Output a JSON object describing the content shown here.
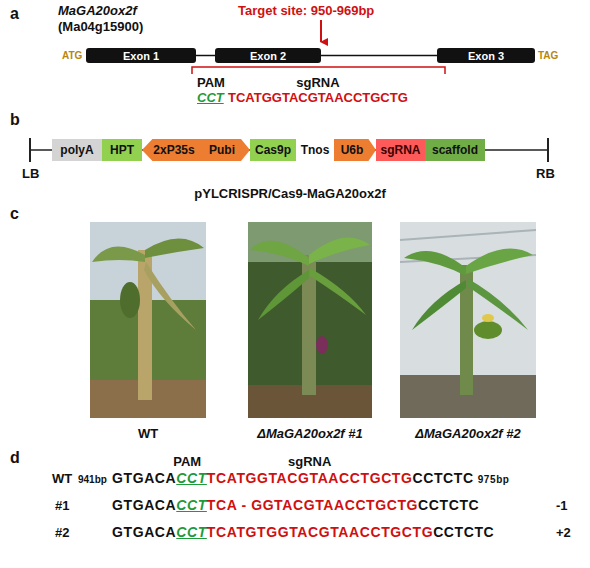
{
  "diagram": {
    "nodes": [
      {
        "text": [
          "Exon 1"
        ]
      },
      {
        "text": [
          "Exon 2"
        ]
      },
      {
        "text": [
          "Exon 3"
        ]
      },
      {
        "text": [
          "polyA"
        ]
      },
      {
        "text": [
          "HPT"
        ]
      },
      {
        "text": [
          "2xP35s"
        ]
      },
      {
        "text": [
          "Pubi"
        ]
      },
      {
        "text": [
          "Cas9p"
        ]
      },
      {
        "text": [
          "Tnos"
        ]
      },
      {
        "text": [
          "U6b"
        ]
      },
      {
        "text": [
          "sgRNA"
        ]
      },
      {
        "text": [
          "scaffold"
        ]
      }
    ],
    "edges": [
      {
        "from": 0,
        "to": 1,
        "arrow": "none"
      },
      {
        "from": 1,
        "to": 2,
        "arrow": "none"
      }
    ],
    "labels": [
      "a",
      "MaGA20ox2f",
      "(Ma04g15900)",
      "Target site: 950-969bp",
      "ATG",
      "TAG",
      "PAM",
      "sgRNA",
      "CCT",
      "TCATGGTACGTAACCTGCTG",
      "b",
      "LB",
      "RB",
      "pYLCRISPR/Cas9-MaGA20ox2f",
      "c",
      "WT",
      "ΔMaGA20ox2f #1",
      "ΔMaGA20ox2f #2",
      "d",
      "PAM",
      "sgRNA",
      "WT",
      "941bp",
      "GTGACA",
      "CCT",
      "TCATGGTACGTAACCTGCTG",
      "CCTCTC",
      "975bp",
      "#1",
      "GTGACA",
      "CCT",
      "TCA - GGTACGTAACCTGCTG",
      "CCTCTC",
      "-1",
      "#2",
      "GTGACA",
      "CCT",
      "TCATGTGGTACGTAACCTGCTG",
      "CCTCTC",
      "+2"
    ]
  }
}
